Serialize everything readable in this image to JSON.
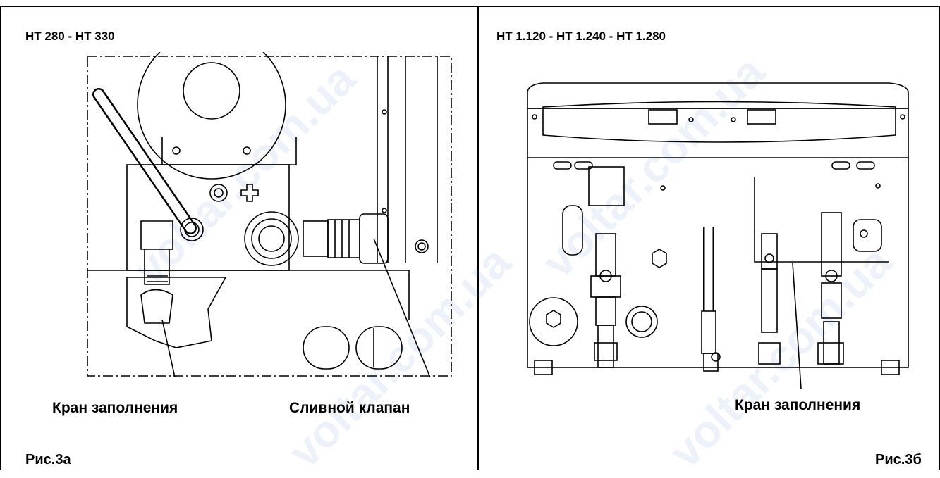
{
  "left_panel": {
    "heading": "HT 280 - HT 330",
    "label_fill": "Кран заполнения",
    "label_drain": "Сливной клапан",
    "figure_caption": "Рис.3а"
  },
  "right_panel": {
    "heading": "HT 1.120 - HT 1.240 - HT 1.280",
    "label_fill": "Кран заполнения",
    "figure_caption": "Рис.3б"
  },
  "watermark": "voltar.com.ua"
}
